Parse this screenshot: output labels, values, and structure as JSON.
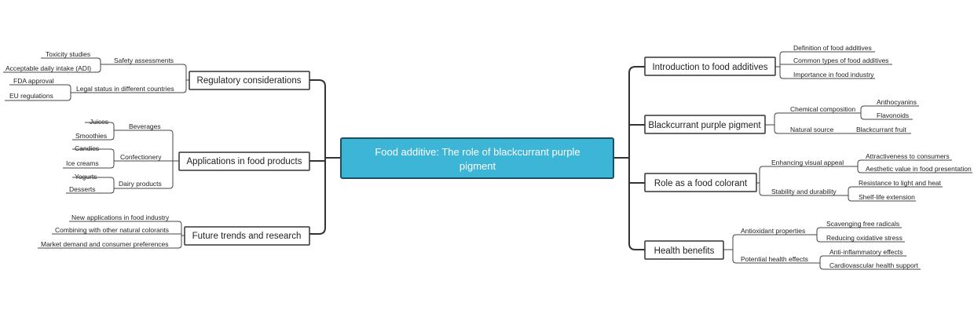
{
  "central": {
    "title_line1": "Food additive: The role of blackcurrant purple",
    "title_line2": "pigment"
  },
  "left": {
    "regulatory": {
      "label": "Regulatory considerations",
      "safety": {
        "label": "Safety assessments",
        "items": [
          "Toxicity studies",
          "Acceptable daily intake (ADI)"
        ]
      },
      "legal": {
        "label": "Legal status in different countries",
        "items": [
          "FDA approval",
          "EU regulations"
        ]
      }
    },
    "applications": {
      "label": "Applications in food products",
      "beverages": {
        "label": "Beverages",
        "items": [
          "Juices",
          "Smoothies"
        ]
      },
      "confectionery": {
        "label": "Confectionery",
        "items": [
          "Candies",
          "Ice creams"
        ]
      },
      "dairy": {
        "label": "Dairy products",
        "items": [
          "Yogurts",
          "Desserts"
        ]
      }
    },
    "future": {
      "label": "Future trends and research",
      "items": [
        "New applications in food industry",
        "Combining with other natural colorants",
        "Market demand and consumer preferences"
      ]
    }
  },
  "right": {
    "intro": {
      "label": "Introduction to food additives",
      "items": [
        "Definition of food additives",
        "Common types of food additives",
        "Importance in food industry"
      ]
    },
    "pigment": {
      "label": "Blackcurrant purple pigment",
      "chemical": {
        "label": "Chemical composition",
        "items": [
          "Anthocyanins",
          "Flavonoids"
        ]
      },
      "natural": {
        "label": "Natural source",
        "items": [
          "Blackcurrant fruit"
        ]
      }
    },
    "colorant": {
      "label": "Role as a food colorant",
      "visual": {
        "label": "Enhancing visual appeal",
        "items": [
          "Attractiveness to consumers",
          "Aesthetic value in food presentation"
        ]
      },
      "stability": {
        "label": "Stability and durability",
        "items": [
          "Resistance to light and heat",
          "Shelf-life extension"
        ]
      }
    },
    "health": {
      "label": "Health benefits",
      "antioxidant": {
        "label": "Antioxidant properties",
        "items": [
          "Scavenging free radicals",
          "Reducing oxidative stress"
        ]
      },
      "effects": {
        "label": "Potential health effects",
        "items": [
          "Anti-inflammatory effects",
          "Cardiovascular health support"
        ]
      }
    }
  },
  "colors": {
    "central_fill": "#3cb5d6",
    "central_border": "#1d4f63",
    "line": "#333333"
  }
}
